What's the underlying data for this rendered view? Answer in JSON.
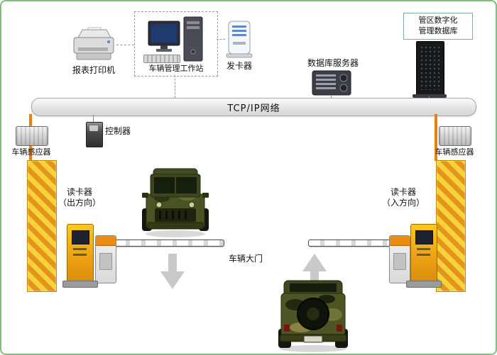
{
  "labels": {
    "printer": "报表打印机",
    "workstation": "车辆管理工作站",
    "card_issuer": "发卡器",
    "db_server": "数据库服务器",
    "district_db_line1": "管区数字化",
    "district_db_line2": "管理数据库",
    "network": "TCP/IP网络",
    "controller": "控制器",
    "sensor_left": "车辆感应器",
    "sensor_right": "车辆感应器",
    "reader_left_line1": "读卡器",
    "reader_left_line2": "（出方向）",
    "reader_right_line1": "读卡器",
    "reader_right_line2": "（入方向）",
    "gate": "车辆大门"
  },
  "colors": {
    "canvas_border": "#7fbf7f",
    "orange_line": "#e8820a",
    "wall_yellow": "#f6d33a",
    "wall_orange": "#e3941c",
    "kiosk_yellow": "#eda213",
    "arrow_gray": "#c9c9c9",
    "network_bar_fill": "#e2e2e2"
  }
}
